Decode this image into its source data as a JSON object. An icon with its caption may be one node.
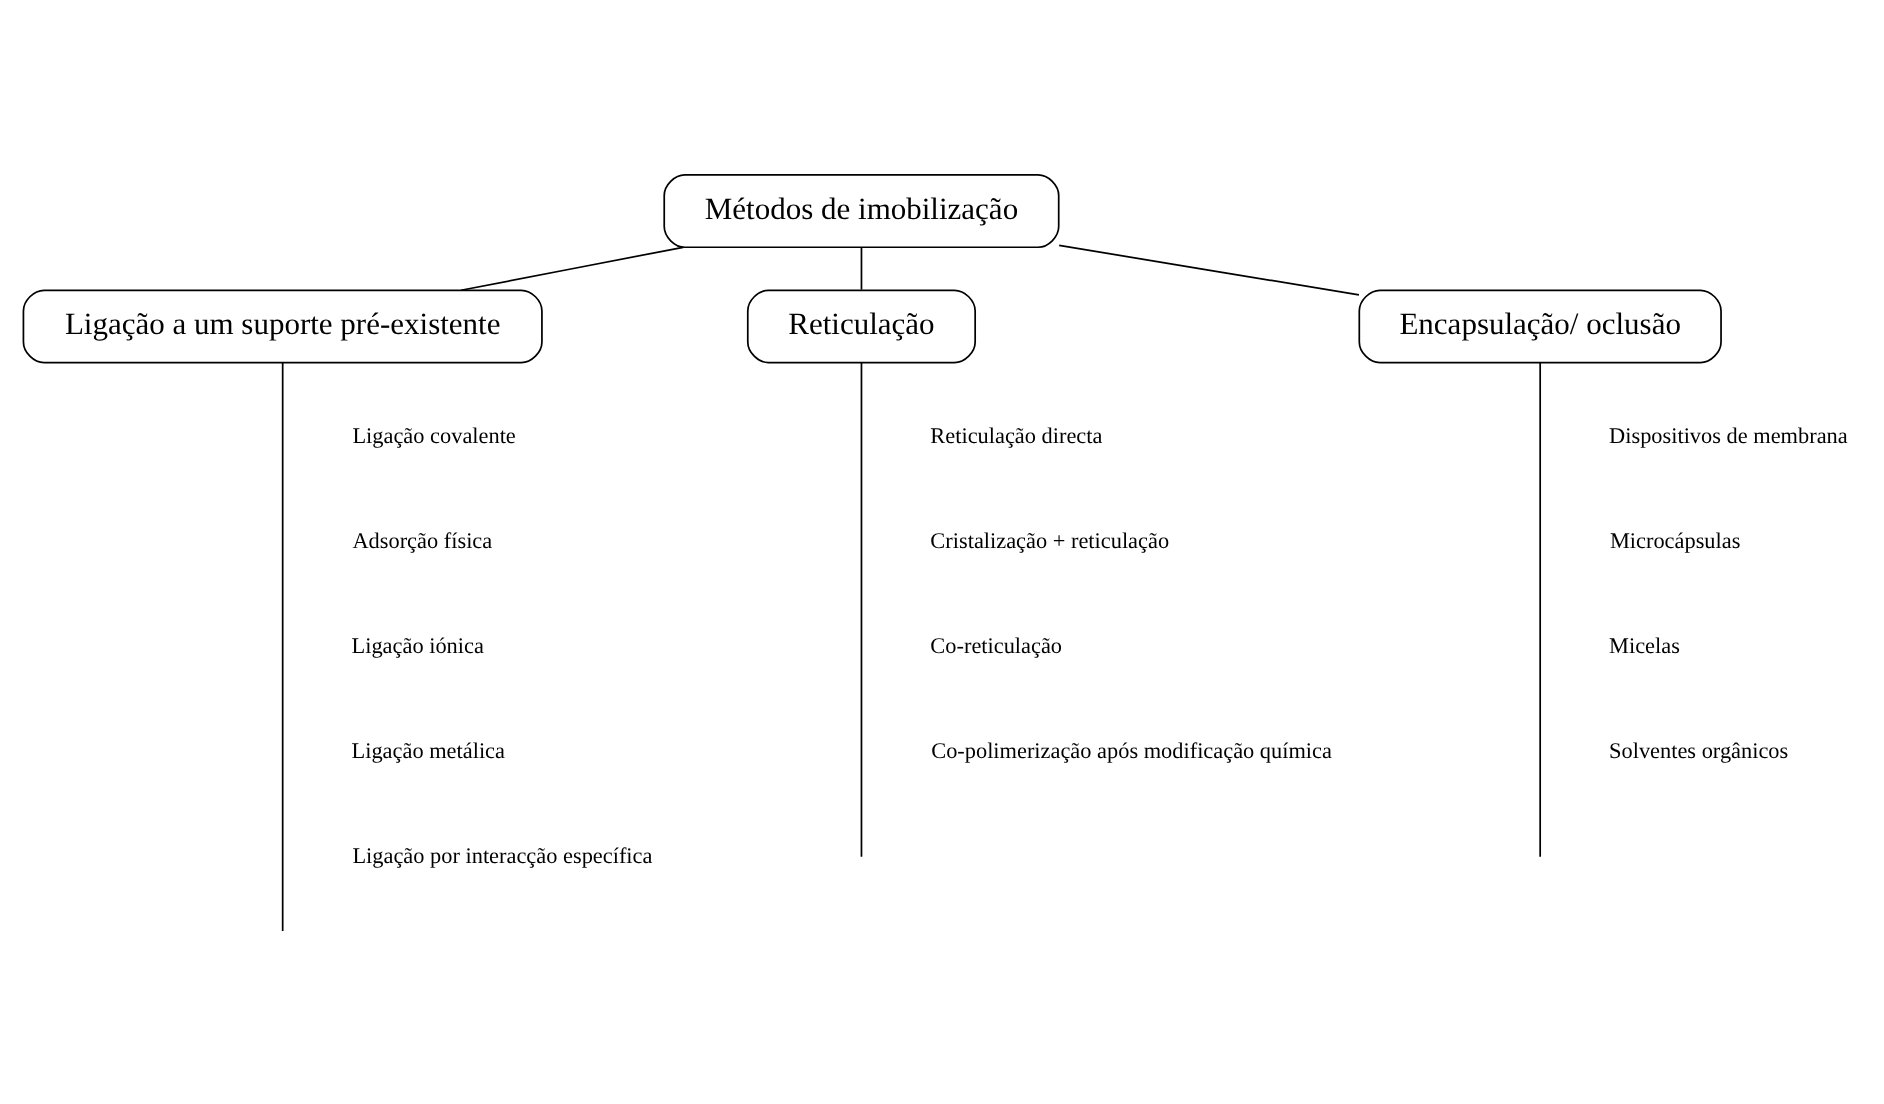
{
  "diagram": {
    "nodes": [
      {
        "text": [
          "Métodos de imobilização"
        ]
      },
      {
        "text": [
          "Ligação a um suporte pré-existente"
        ]
      },
      {
        "text": [
          "Reticulação"
        ]
      },
      {
        "text": [
          "Encapsulação/ oclusão"
        ]
      }
    ],
    "edges": [
      {
        "from": 0,
        "to": 1,
        "arrow": "none"
      },
      {
        "from": 0,
        "to": 2,
        "arrow": "none"
      },
      {
        "from": 0,
        "to": 3,
        "arrow": "none"
      },
      {
        "from": 1,
        "to": null,
        "arrow": "none"
      },
      {
        "from": 2,
        "to": null,
        "arrow": "none"
      },
      {
        "from": 3,
        "to": null,
        "arrow": "none"
      }
    ],
    "labels": [
      "Ligação covalente",
      "Adsorção física",
      "Ligação iónica",
      "Ligação metálica",
      "Ligação por interacção específica",
      "Reticulação directa",
      "Cristalização + reticulação",
      "Co-reticulação",
      "Co-polimerização após modificação química",
      "Dispositivos de membrana",
      "Microcápsulas",
      "Micelas",
      "Solventes orgânicos"
    ]
  }
}
